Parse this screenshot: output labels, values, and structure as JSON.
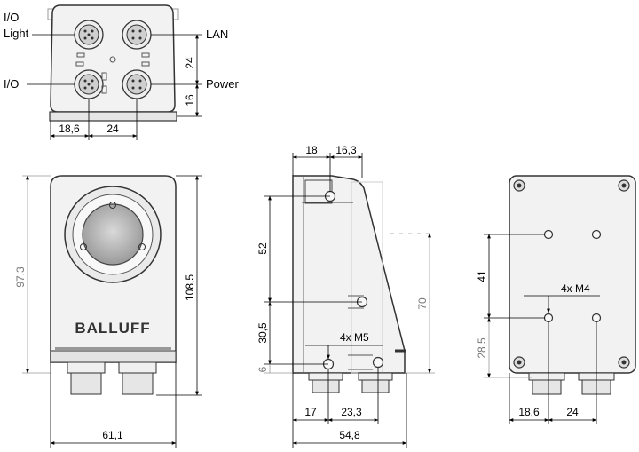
{
  "top_view": {
    "port_labels": {
      "io_light_line1": "I/O",
      "io_light_line2": "Light",
      "lan": "LAN",
      "io": "I/O",
      "power": "Power"
    },
    "dims": {
      "v_24": "24",
      "v_16": "16",
      "h_18_6": "18,6",
      "h_24": "24"
    }
  },
  "front_view": {
    "brand": "BALLUFF",
    "dims": {
      "height_97_3": "97,3",
      "height_108_5": "108,5",
      "width_61_1": "61,1"
    }
  },
  "side_view": {
    "dims": {
      "top_18": "18",
      "top_16_3": "16,3",
      "v_52": "52",
      "v_30_5": "30,5",
      "v_6": "6",
      "v_70": "70",
      "thread": "4x M5",
      "bottom_17": "17",
      "bottom_23_3": "23,3",
      "bottom_54_8": "54,8"
    }
  },
  "back_view": {
    "dims": {
      "v_41": "41",
      "v_28_5": "28,5",
      "thread": "4x M4",
      "bottom_18_6": "18,6",
      "bottom_24": "24"
    }
  }
}
